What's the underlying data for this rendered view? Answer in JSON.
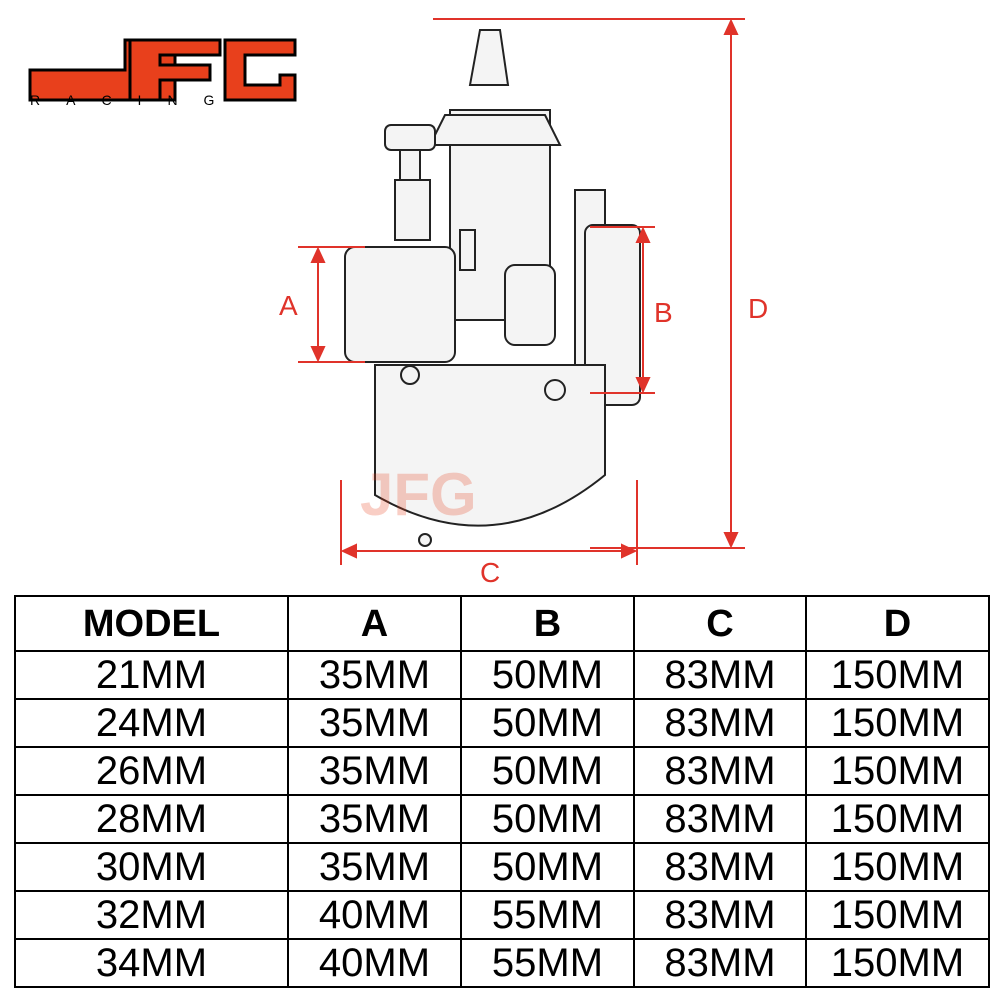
{
  "brand": {
    "logo_text": "JFG",
    "logo_subtext": "RACING",
    "color": "#e8401c"
  },
  "diagram": {
    "dimension_color": "#e0332a",
    "labels": {
      "a": "A",
      "b": "B",
      "c": "C",
      "d": "D"
    }
  },
  "table": {
    "headers": [
      "MODEL",
      "A",
      "B",
      "C",
      "D"
    ],
    "rows": [
      [
        "21MM",
        "35MM",
        "50MM",
        "83MM",
        "150MM"
      ],
      [
        "24MM",
        "35MM",
        "50MM",
        "83MM",
        "150MM"
      ],
      [
        "26MM",
        "35MM",
        "50MM",
        "83MM",
        "150MM"
      ],
      [
        "28MM",
        "35MM",
        "50MM",
        "83MM",
        "150MM"
      ],
      [
        "30MM",
        "35MM",
        "50MM",
        "83MM",
        "150MM"
      ],
      [
        "32MM",
        "40MM",
        "55MM",
        "83MM",
        "150MM"
      ],
      [
        "34MM",
        "40MM",
        "55MM",
        "83MM",
        "150MM"
      ]
    ]
  }
}
